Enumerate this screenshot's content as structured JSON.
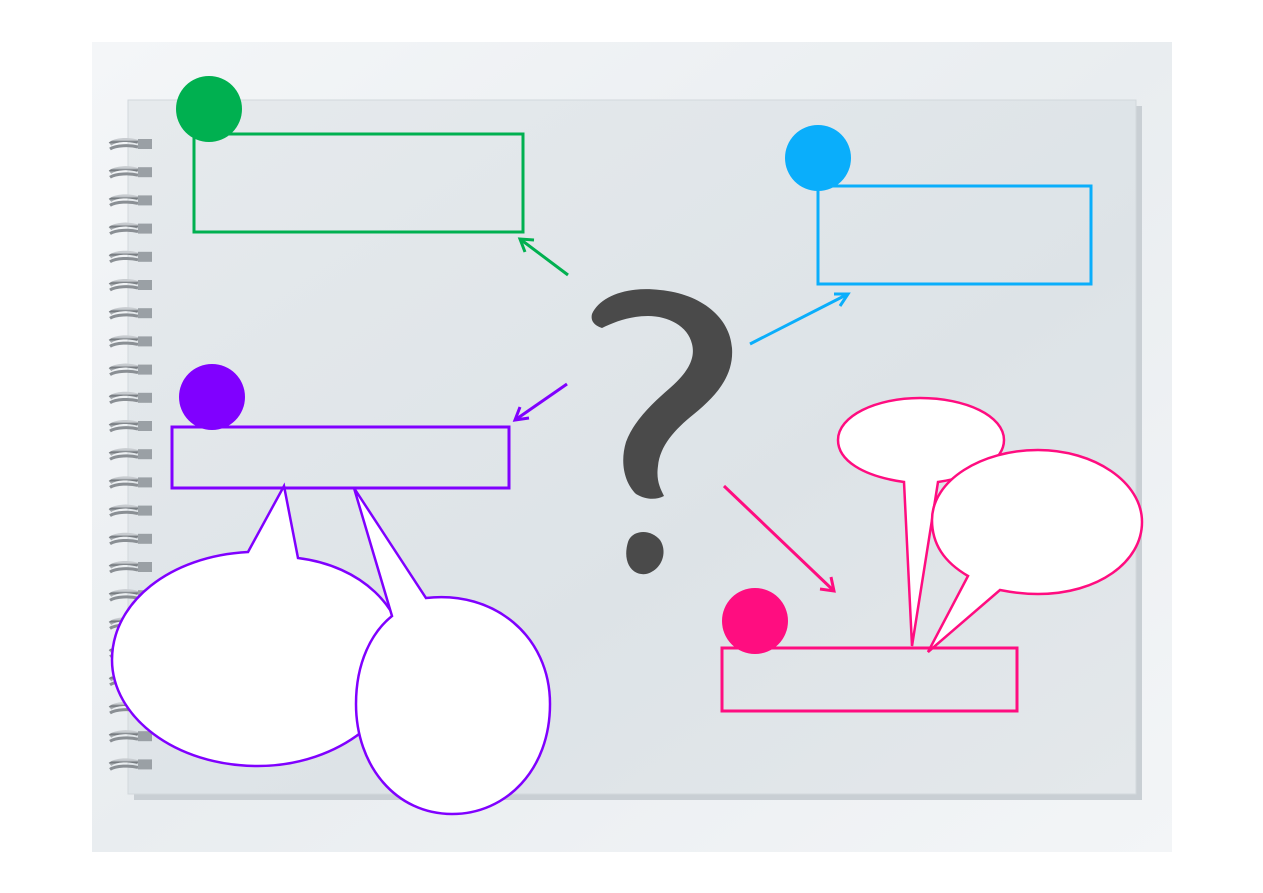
{
  "diagram": {
    "center_symbol": "?",
    "colors": {
      "green": "#00b050",
      "blue": "#0aaefb",
      "purple": "#8000ff",
      "pink": "#ff0d80",
      "question_mark": "#4a4a4a",
      "paper": "#e2e7ea",
      "background": "#eef1f4"
    },
    "nodes": [
      {
        "id": "green",
        "label": ""
      },
      {
        "id": "blue",
        "label": ""
      },
      {
        "id": "purple",
        "label": ""
      },
      {
        "id": "pink",
        "label": ""
      }
    ],
    "callouts": {
      "purple_left": "",
      "purple_right": "",
      "pink_top": "",
      "pink_right": ""
    }
  }
}
